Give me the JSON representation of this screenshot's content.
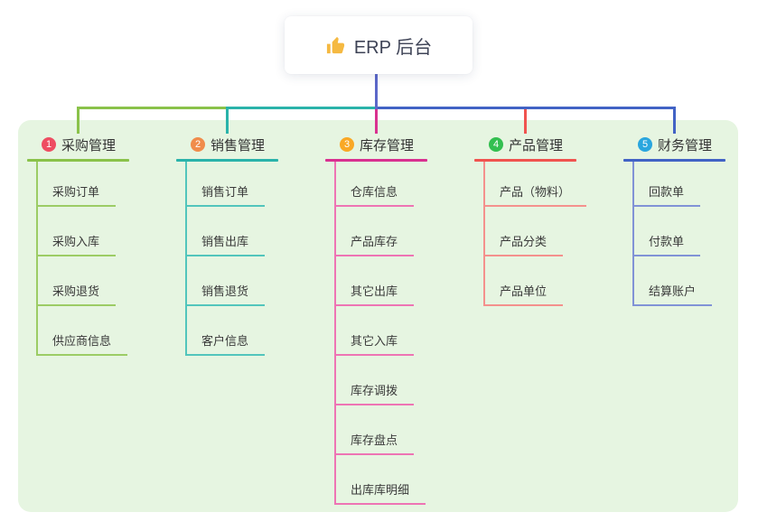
{
  "root": {
    "icon": "thumbs-up",
    "label": "ERP 后台"
  },
  "branches": [
    {
      "num": "1",
      "label": "采购管理",
      "badge_color": "#ee4d62",
      "line_color": "#8ac24a",
      "child_line_color": "#9ccc65",
      "children": [
        "采购订单",
        "采购入库",
        "采购退货",
        "供应商信息"
      ]
    },
    {
      "num": "2",
      "label": "销售管理",
      "badge_color": "#f08c4b",
      "line_color": "#2ab3aa",
      "child_line_color": "#52c5bc",
      "children": [
        "销售订单",
        "销售出库",
        "销售退货",
        "客户信息"
      ]
    },
    {
      "num": "3",
      "label": "库存管理",
      "badge_color": "#f9a825",
      "line_color": "#d93190",
      "child_line_color": "#ee74b4",
      "children": [
        "仓库信息",
        "产品库存",
        "其它出库",
        "其它入库",
        "库存调拨",
        "库存盘点",
        "出库库明细"
      ]
    },
    {
      "num": "4",
      "label": "产品管理",
      "badge_color": "#33bf50",
      "line_color": "#f0534f",
      "child_line_color": "#f4918d",
      "children": [
        "产品（物料）",
        "产品分类",
        "产品单位"
      ]
    },
    {
      "num": "5",
      "label": "财务管理",
      "badge_color": "#2aa6de",
      "line_color": "#4263c5",
      "child_line_color": "#8193d6",
      "children": [
        "回款单",
        "付款单",
        "结算账户"
      ]
    }
  ],
  "colors": {
    "canvas_bg": "#e6f5e1",
    "root_line": "#5c68c9",
    "thumb_icon": "#f5b942",
    "text": "#3a3a3a"
  }
}
